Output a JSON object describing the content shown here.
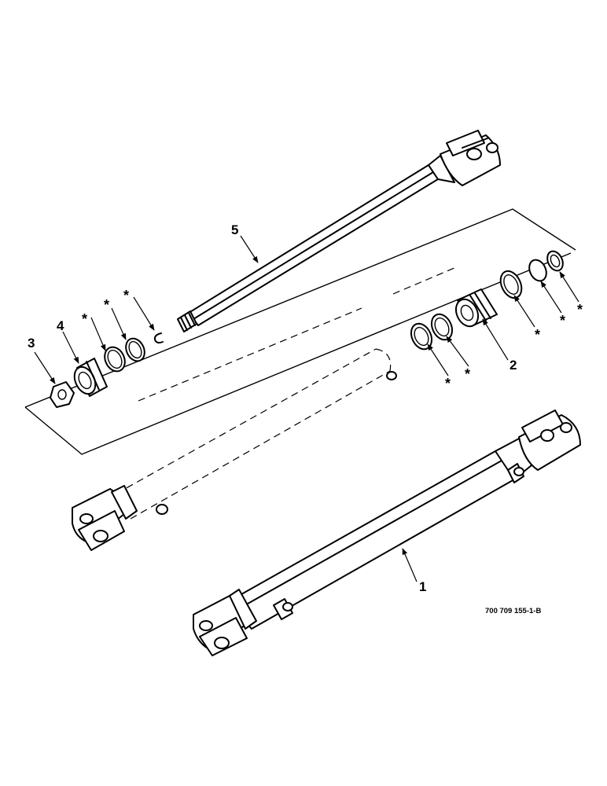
{
  "diagram": {
    "callouts": {
      "part1": "1",
      "part2": "2",
      "part3": "3",
      "part4": "4",
      "part5": "5"
    },
    "seal_marker": "*",
    "drawing_code": "700 709 155-1-B"
  }
}
